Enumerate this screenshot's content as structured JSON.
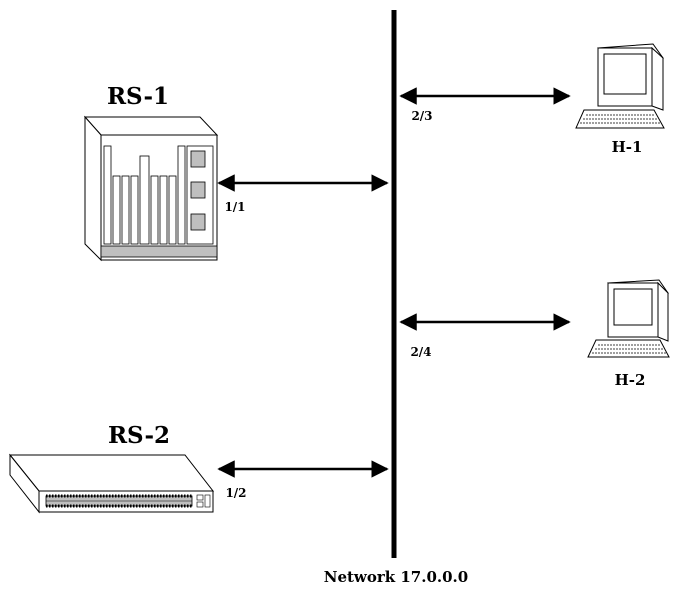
{
  "network": {
    "label": "Network 17.0.0.0"
  },
  "devices": {
    "rs1": {
      "label": "RS-1",
      "port": "1/1"
    },
    "rs2": {
      "label": "RS-2",
      "port": "1/2"
    },
    "h1": {
      "label": "H-1",
      "port": "2/3"
    },
    "h2": {
      "label": "H-2",
      "port": "2/4"
    }
  },
  "colors": {
    "line": "#000000",
    "device_fill": "#ffffff",
    "device_shade": "#bfbfbf"
  }
}
